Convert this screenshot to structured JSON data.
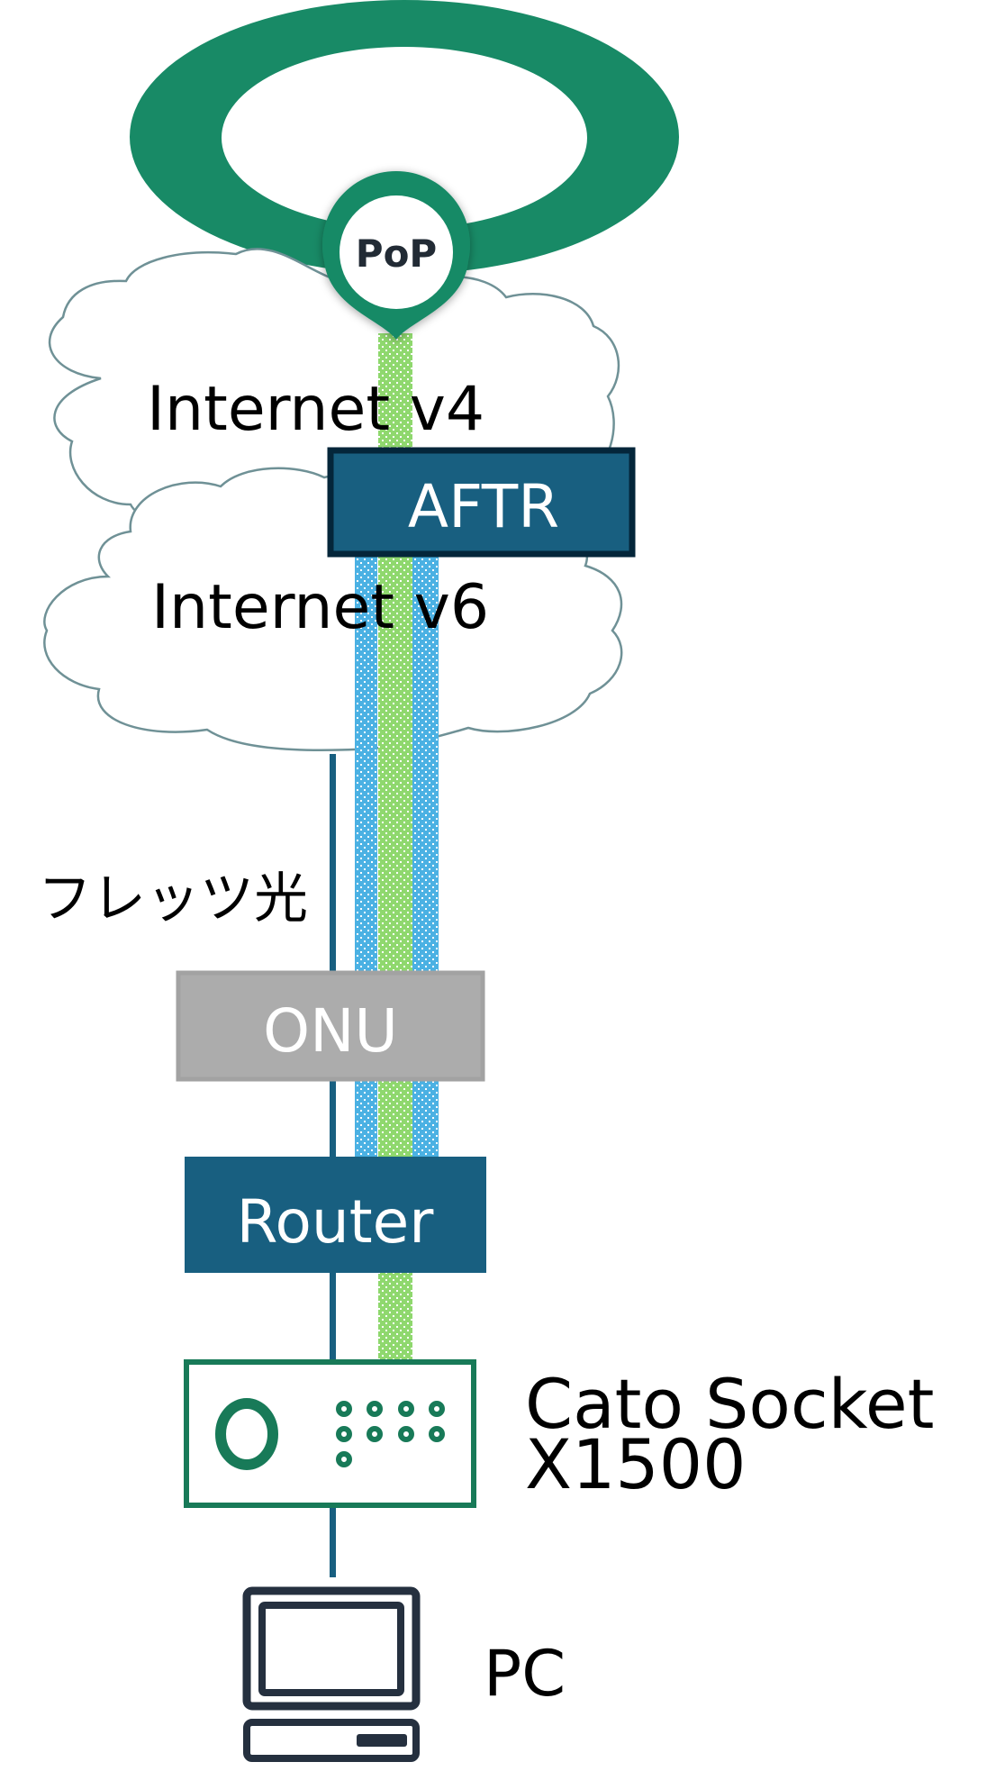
{
  "diagram": {
    "title": "Cato PoP connectivity over IPv4 over IPv6 (DS-Lite) via Flet's Hikari",
    "colors": {
      "cato_green": "#188a66",
      "socket_green": "#187a58",
      "device_blue": "#185f80",
      "aftr_border": "#04263a",
      "onu_gray": "#acacac",
      "ipv4_tunnel": "#8fd86e",
      "ipv6_tunnel": "#4bb1e3",
      "cloud_outline": "#6f9196",
      "pc_outline": "#25303f"
    },
    "nodes": {
      "backbone": {
        "label": "PoP"
      },
      "cloud_v4": {
        "label": "Internet v4"
      },
      "cloud_v6": {
        "label": "Internet v6"
      },
      "aftr": {
        "label": "AFTR"
      },
      "access_line": {
        "label": "フレッツ光"
      },
      "onu": {
        "label": "ONU"
      },
      "router": {
        "label": "Router"
      },
      "socket": {
        "label_line1": "Cato Socket",
        "label_line2": "X1500"
      },
      "pc": {
        "label": "PC"
      }
    },
    "links": [
      {
        "from": "PoP",
        "to": "AFTR",
        "type": "ipv4 tunnel"
      },
      {
        "from": "AFTR",
        "to": "Router",
        "type": "ipv6 tunnel (carrying ipv4)"
      },
      {
        "from": "Router",
        "to": "Cato Socket X1500",
        "type": "ipv4 tunnel"
      },
      {
        "from": "Internet v6",
        "to": "ONU",
        "type": "line"
      },
      {
        "from": "ONU",
        "to": "Router",
        "type": "line"
      },
      {
        "from": "Router",
        "to": "Cato Socket X1500",
        "type": "line"
      },
      {
        "from": "Cato Socket X1500",
        "to": "PC",
        "type": "line"
      }
    ]
  }
}
